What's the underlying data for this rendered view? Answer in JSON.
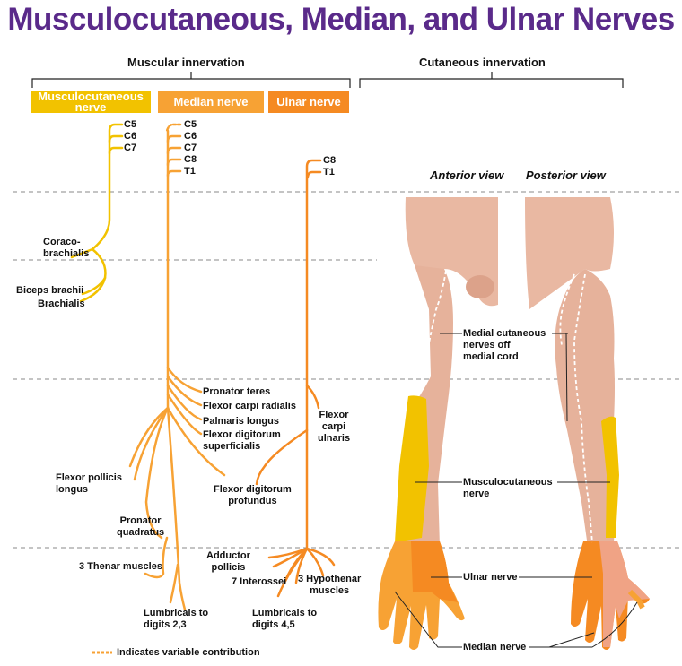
{
  "title": "Musculocutaneous, Median, and Ulnar  Nerves",
  "sections": {
    "muscular": "Muscular innervation",
    "cutaneous": "Cutaneous innervation"
  },
  "nerves": {
    "musculocutaneous": "Musculocutaneous nerve",
    "median": "Median nerve",
    "ulnar": "Ulnar nerve"
  },
  "roots": {
    "musculocutaneous": [
      "C5",
      "C6",
      "C7"
    ],
    "median": [
      "C5",
      "C6",
      "C7",
      "C8",
      "T1"
    ],
    "ulnar": [
      "C8",
      "T1"
    ]
  },
  "muscles": {
    "coracobrachialis": "Coraco-\nbrachialis",
    "biceps": "Biceps brachii",
    "brachialis": "Brachialis",
    "pronator_teres": "Pronator teres",
    "fcr": "Flexor carpi radialis",
    "palmaris": "Palmaris longus",
    "fds": "Flexor digitorum\nsuperficialis",
    "fcu": "Flexor\ncarpi\nulnaris",
    "fpl": "Flexor pollicis\nlongus",
    "fdp": "Flexor digitorum\nprofundus",
    "pq": "Pronator\nquadratus",
    "thenar": "3 Thenar muscles",
    "adductor": "Adductor\npollicis",
    "interossei": "7 Interossei",
    "hypothenar": "3 Hypothenar\nmuscles",
    "lumb_23": "Lumbricals to\ndigits 2,3",
    "lumb_45": "Lumbricals to\ndigits 4,5"
  },
  "views": {
    "anterior": "Anterior view",
    "posterior": "Posterior view"
  },
  "cutaneous_labels": {
    "medial": "Medial cutaneous\nnerves off\nmedial cord",
    "musculocutaneous": "Musculocutaneous\nnerve",
    "ulnar": "Ulnar nerve",
    "median": "Median nerve"
  },
  "legend": "Indicates variable contribution",
  "colors": {
    "title": "#5a2a8a",
    "musculocutaneous": "#f2c200",
    "median": "#f7a234",
    "ulnar": "#f58a22",
    "skin": "#e8b9a4"
  }
}
